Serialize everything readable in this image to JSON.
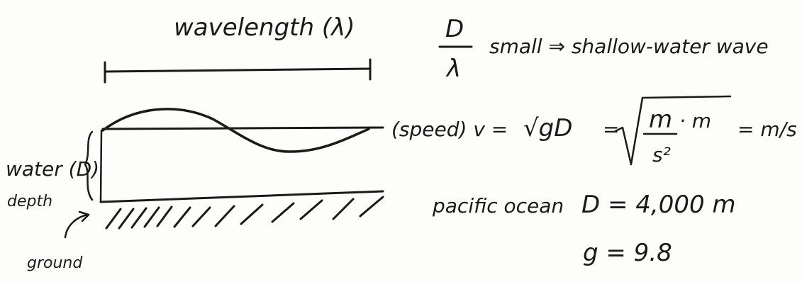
{
  "diagram": {
    "wavelength_label": "wavelength (λ)",
    "water_depth_label_line1": "water (D)",
    "water_depth_label_line2": "depth",
    "ground_label": "ground"
  },
  "notes": {
    "ratio_numerator": "D",
    "ratio_denominator": "λ",
    "ratio_statement": "small ⇒ shallow-water wave",
    "speed_prefix": "(speed) v = ",
    "speed_formula": "√gD",
    "units_eq": "=",
    "units_num": "m",
    "units_dot": "· m",
    "units_den": "s²",
    "units_result": "= m/s",
    "ocean_label": "pacific ocean",
    "depth_value": "D = 4,000 m",
    "g_value": "g = 9.8"
  }
}
